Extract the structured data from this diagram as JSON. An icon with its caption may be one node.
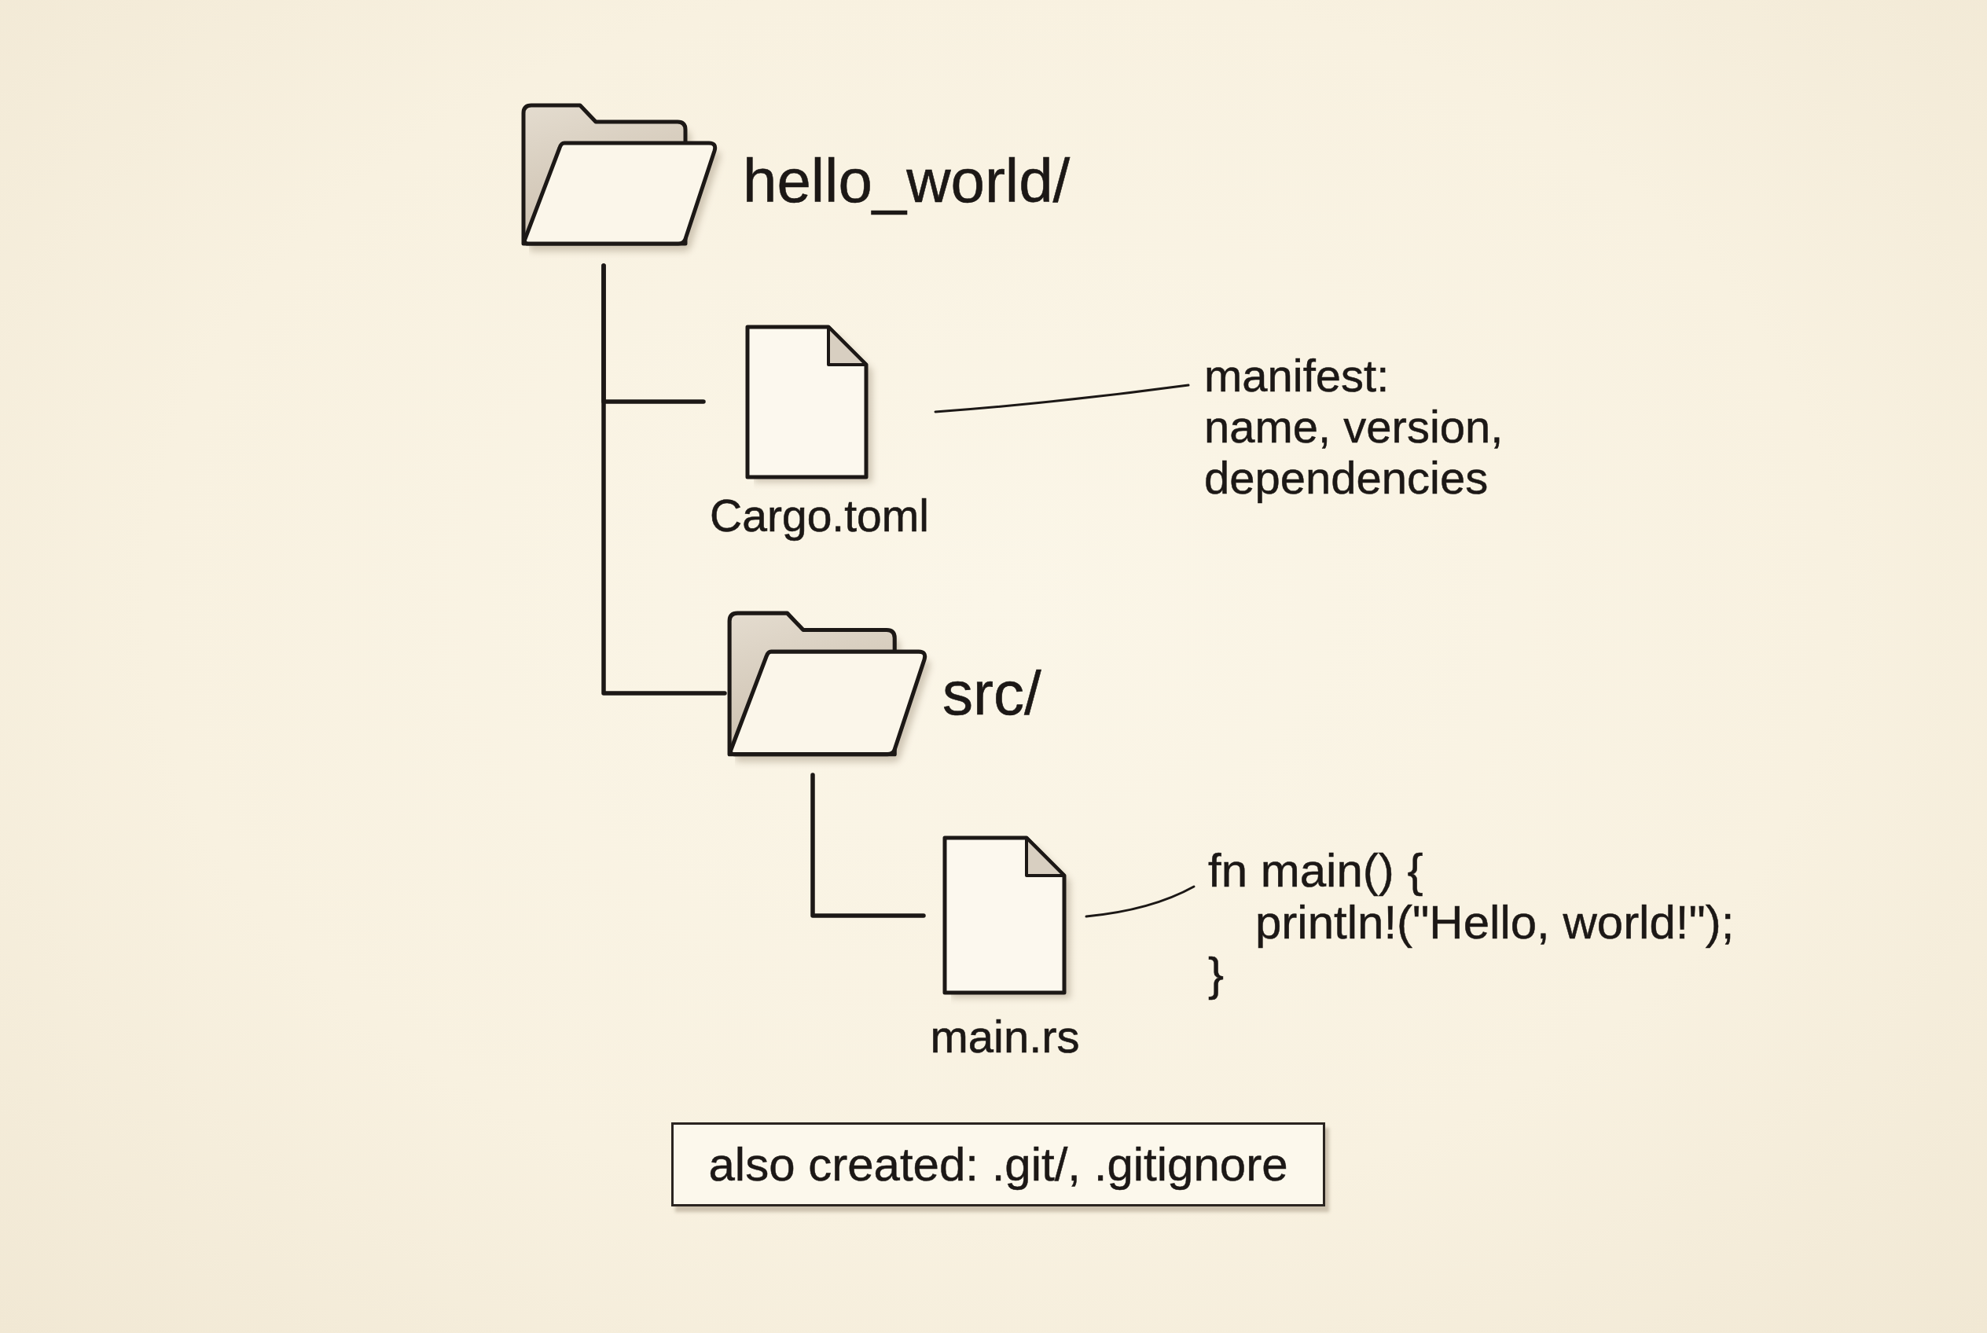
{
  "diagram": {
    "nodes": [
      {
        "text": [
          "hello_world/"
        ]
      },
      {
        "text": [
          "Cargo.toml"
        ]
      },
      {
        "text": [
          "manifest: name, version, dependencies"
        ]
      },
      {
        "text": [
          "src/"
        ]
      },
      {
        "text": [
          "main.rs"
        ]
      },
      {
        "text": [
          "fn main() { println!(\"Hello, world!\"); }"
        ]
      },
      {
        "text": [
          "also created: .git/, .gitignore"
        ]
      }
    ],
    "edges": [
      {
        "from": 0,
        "to": 1,
        "arrow": "none"
      },
      {
        "from": 2,
        "to": 1,
        "arrow": "none"
      },
      {
        "from": 0,
        "to": 3,
        "arrow": "none"
      },
      {
        "from": 3,
        "to": 4,
        "arrow": "none"
      },
      {
        "from": 5,
        "to": 4,
        "arrow": "none"
      }
    ]
  }
}
